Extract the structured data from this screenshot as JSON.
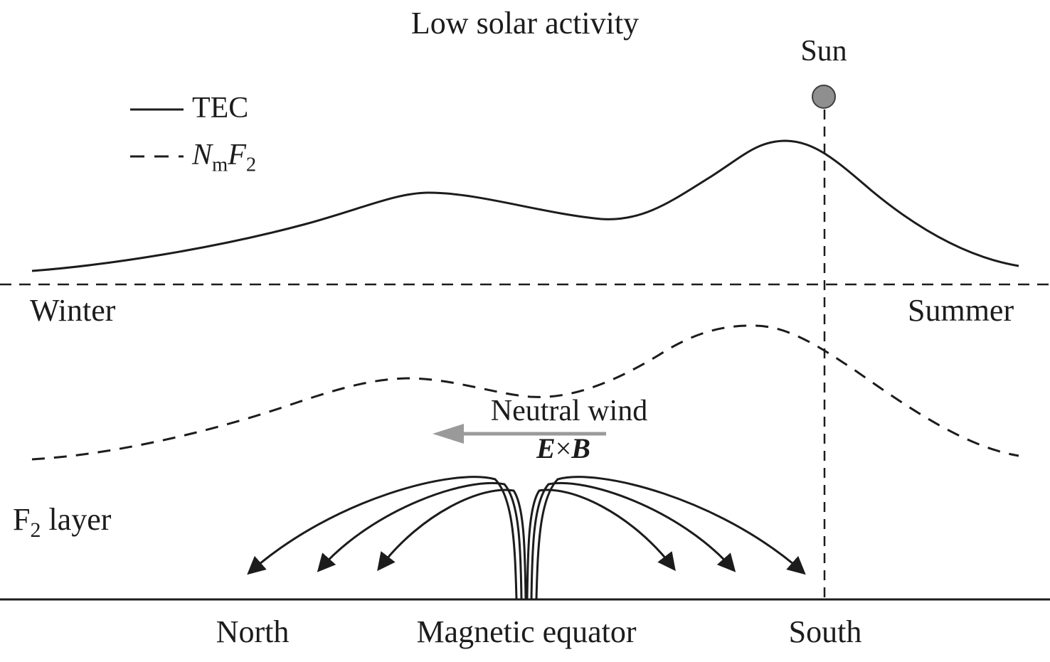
{
  "title": "Low solar activity",
  "legend": {
    "tec_label": "TEC",
    "nmf2_n": "N",
    "nmf2_m": "m",
    "nmf2_f": "F",
    "nmf2_2": "2"
  },
  "sun_label": "Sun",
  "season_axis": {
    "left": "Winter",
    "right": "Summer"
  },
  "wind": {
    "label": "Neutral wind",
    "exb_e": "E",
    "exb_times": "×",
    "exb_b": "B"
  },
  "f2_layer": {
    "f": "F",
    "sub": "2",
    "rest": " layer"
  },
  "ground_labels": {
    "north": "North",
    "equator": "Magnetic equator",
    "south": "South"
  },
  "curves": {
    "solid_curve": "TEC",
    "dashed_curve": "NmF2",
    "description": "TEC solid curve has a small winter-side hump and a larger peak near the subsolar point on the summer side; NmF2 dashed curve has the same shape at lower height; magnetic field lines fan out from the magnetic equator like a fountain."
  },
  "colors": {
    "line": "#1c1c1c",
    "sun_fill": "#8f8f8f",
    "sun_stroke": "#3f3f3f",
    "wind_arrow": "#9a9a9a",
    "background": "#ffffff"
  }
}
